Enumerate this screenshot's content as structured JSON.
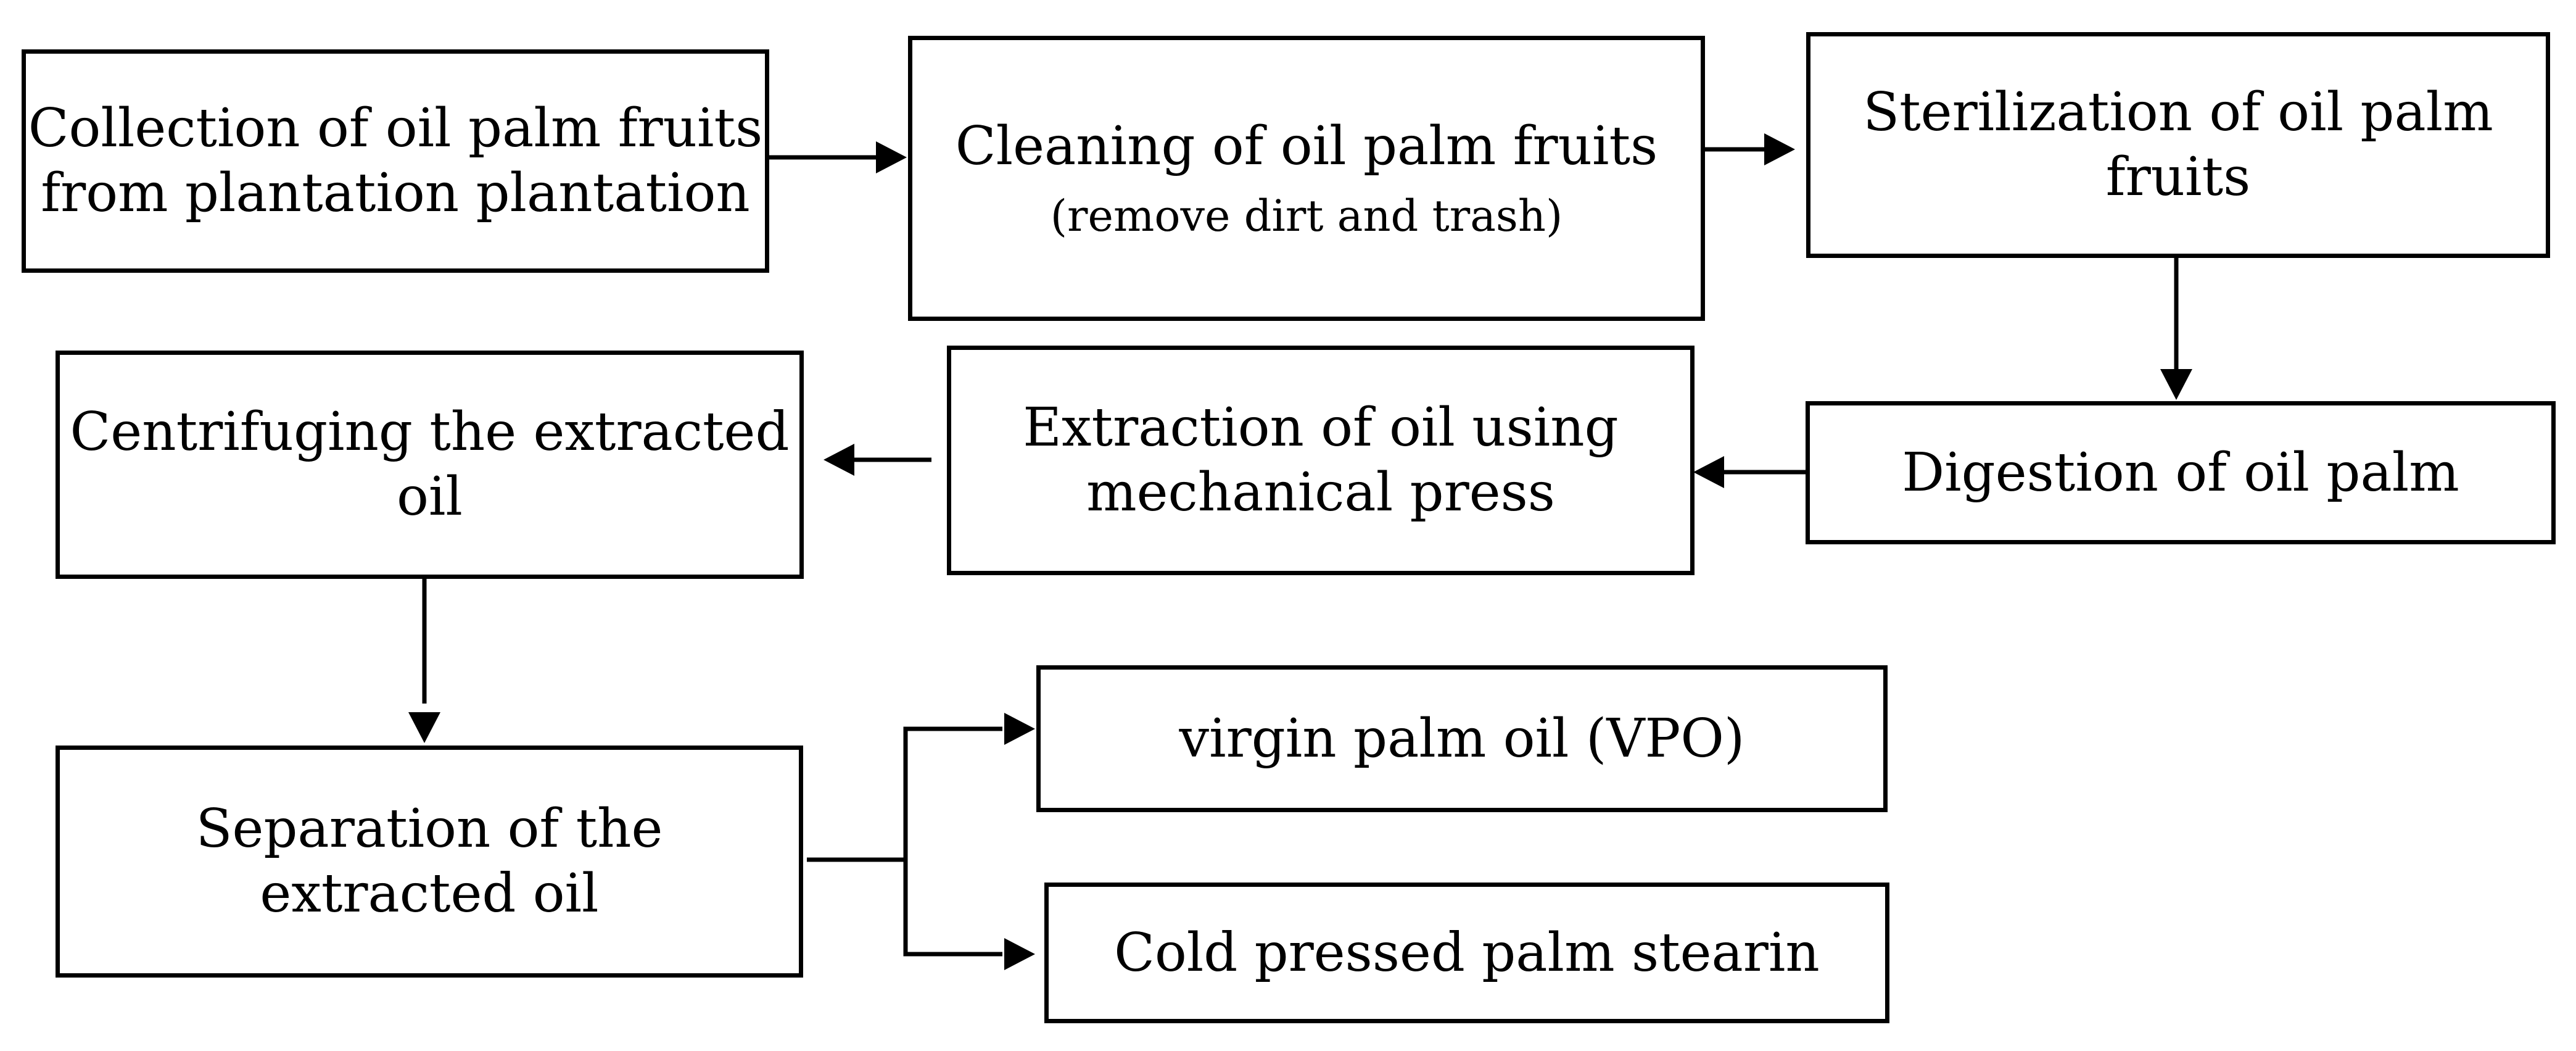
{
  "diagram": {
    "nodes": [
      {
        "id": "collection",
        "lines": [
          "Collection of oil palm fruits",
          "from plantation plantation"
        ]
      },
      {
        "id": "cleaning",
        "lines": [
          "Cleaning of oil palm fruits"
        ],
        "note": "(remove dirt and trash)"
      },
      {
        "id": "sterilization",
        "lines": [
          "Sterilization of oil palm",
          "fruits"
        ]
      },
      {
        "id": "digestion",
        "lines": [
          "Digestion of oil palm"
        ]
      },
      {
        "id": "extraction",
        "lines": [
          "Extraction of oil using",
          "mechanical press"
        ]
      },
      {
        "id": "centrifuging",
        "lines": [
          "Centrifuging the extracted",
          "oil"
        ]
      },
      {
        "id": "separation",
        "lines": [
          "Separation of the",
          "extracted oil"
        ]
      },
      {
        "id": "vpo",
        "lines": [
          "virgin palm oil (VPO)"
        ]
      },
      {
        "id": "stearin",
        "lines": [
          "Cold pressed palm stearin"
        ]
      }
    ],
    "edges": [
      {
        "from": "collection",
        "to": "cleaning"
      },
      {
        "from": "cleaning",
        "to": "sterilization"
      },
      {
        "from": "sterilization",
        "to": "digestion"
      },
      {
        "from": "digestion",
        "to": "extraction"
      },
      {
        "from": "extraction",
        "to": "centrifuging"
      },
      {
        "from": "centrifuging",
        "to": "separation"
      },
      {
        "from": "separation",
        "to": "vpo"
      },
      {
        "from": "separation",
        "to": "stearin"
      }
    ]
  }
}
